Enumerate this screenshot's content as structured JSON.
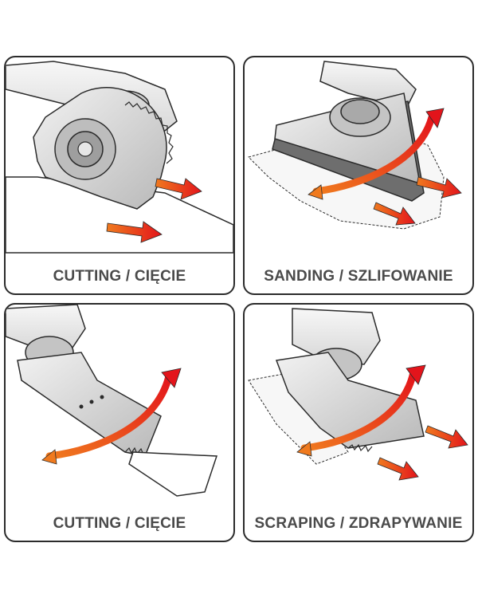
{
  "panels": [
    {
      "caption": "CUTTING / CIĘCIE",
      "illustration": "circular-blade-cutting"
    },
    {
      "caption": "SANDING / SZLIFOWANIE",
      "illustration": "triangular-sanding-pad"
    },
    {
      "caption": "CUTTING / CIĘCIE",
      "illustration": "plunge-blade-cutting"
    },
    {
      "caption": "SCRAPING / ZDRAPYWANIE",
      "illustration": "scraper-blade"
    }
  ],
  "colors": {
    "arrow_red": "#e3141b",
    "arrow_orange": "#f07a1e",
    "tool_body": "#ececec",
    "blade": "#cfcfcf",
    "outline": "#2b2b2b",
    "caption": "#4a4a4a"
  }
}
